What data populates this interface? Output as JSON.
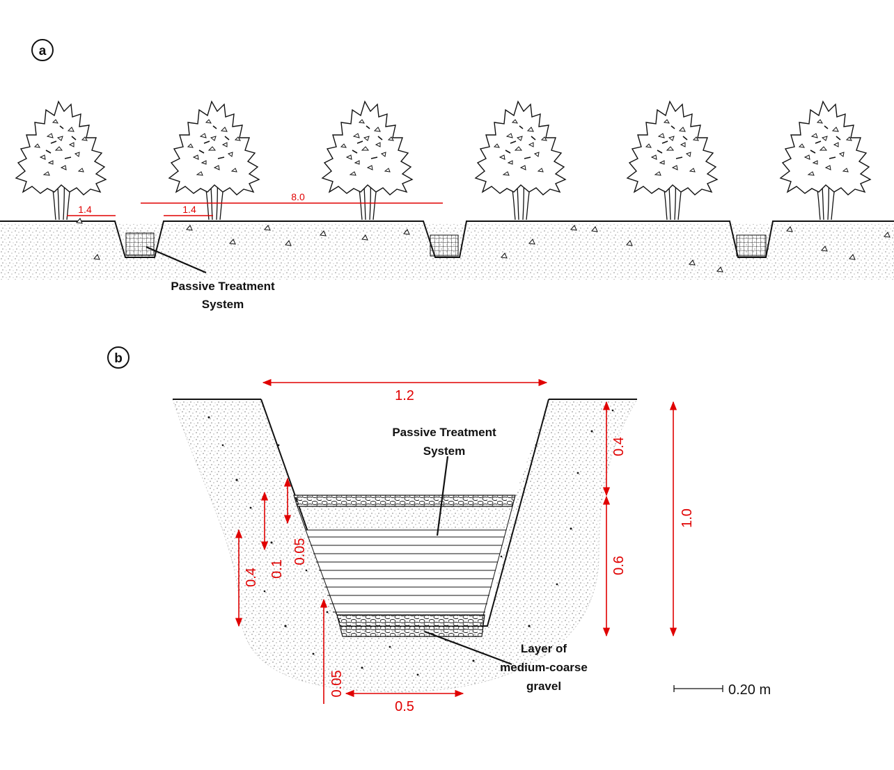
{
  "panel_a": {
    "label": "a",
    "dims": {
      "tree_gap_1": "1.4",
      "tree_gap_2": "1.4",
      "spacing": "8.0"
    },
    "callout": {
      "line1": "Passive Treatment",
      "line2": "System"
    }
  },
  "panel_b": {
    "label": "b",
    "dims": {
      "top_width": "1.2",
      "bottom_width": "0.5",
      "right_upper": "0.4",
      "right_lower": "0.6",
      "total_depth": "1.0",
      "left_a": "0.4",
      "left_b": "0.1",
      "left_c": "0.05",
      "bottom_layer": "0.05"
    },
    "callout_system": {
      "line1": "Passive Treatment",
      "line2": "System"
    },
    "callout_gravel": {
      "line1": "Layer of",
      "line2": "medium-coarse",
      "line3": "gravel"
    },
    "scale_bar": "0.20 m"
  },
  "colors": {
    "dimension": "#e00000",
    "ink": "#111111"
  }
}
